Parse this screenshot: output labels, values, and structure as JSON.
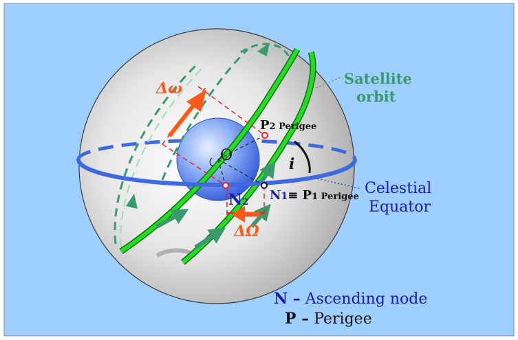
{
  "labels": {
    "delta_omega": "Δω",
    "origin": "O",
    "p2": "P",
    "p2_sub": "2 Perigee",
    "incl": "i",
    "n2": "N",
    "n2_sub": "2",
    "n1": "N",
    "n1_sub": "1",
    "equiv": "≡ P",
    "p1_sub": "1 Perigee",
    "delta_Omega": "ΔΩ",
    "sat_line1": "Satellite",
    "sat_line2": "orbit",
    "eq_line1": "Celestial",
    "eq_line2": "Equator"
  },
  "legend": {
    "n_key": "N –",
    "n_text": "Ascending node",
    "p_key": "P –",
    "p_text": "Perigee"
  },
  "colors": {
    "background": "#9fcfff",
    "sphere": "#d9d9d9",
    "equator": "#3d6ae0",
    "orbit": "#22dd22",
    "orbit_edge": "#0b6e0b",
    "arrow_green": "#3a9a6e",
    "accent": "#ff5a1a",
    "node_text": "#1a1ab0",
    "sat_label": "#3a9a6e"
  }
}
